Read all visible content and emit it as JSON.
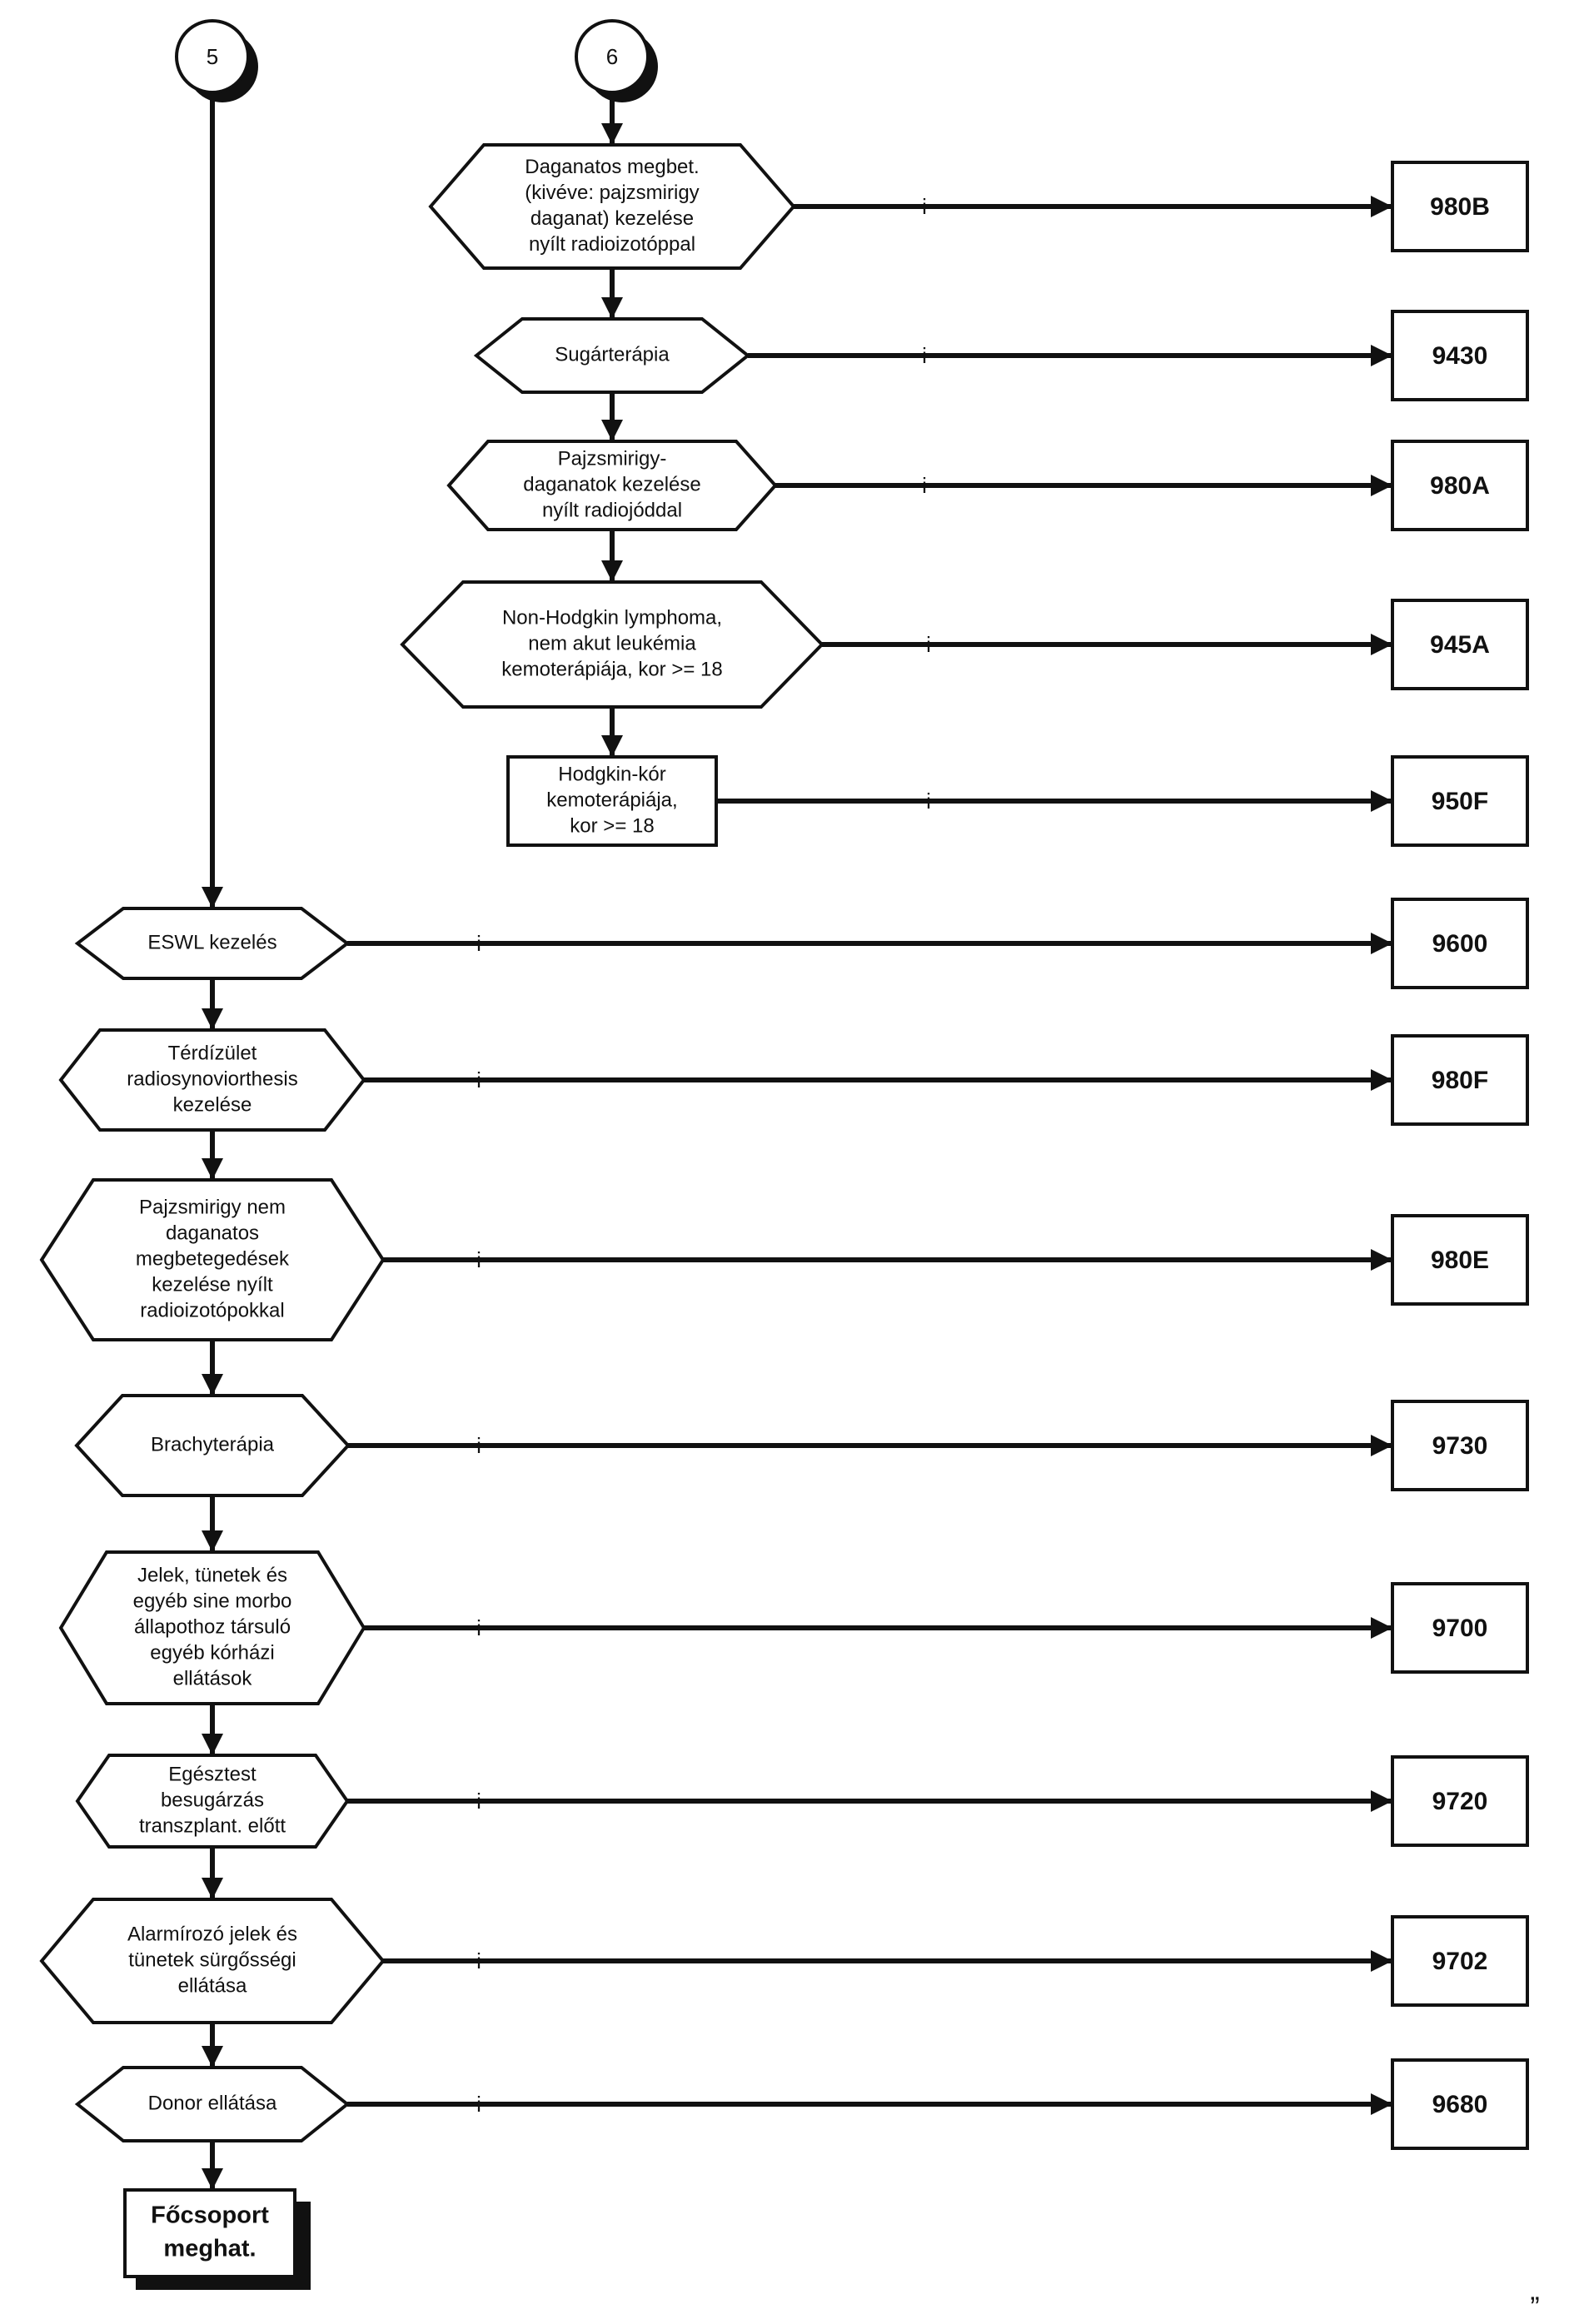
{
  "connectors": [
    "5",
    "6"
  ],
  "edge_label": "i",
  "branch_right": [
    {
      "label": [
        "Daganatos megbet.",
        "(kivéve: pajzsmirigy",
        "daganat) kezelése",
        "nyílt radioizotóppal"
      ],
      "code": "980B"
    },
    {
      "label": [
        "Sugárterápia"
      ],
      "code": "9430"
    },
    {
      "label": [
        "Pajzsmirigy-",
        "daganatok kezelése",
        "nyílt radiojóddal"
      ],
      "code": "980A"
    },
    {
      "label": [
        "Non-Hodgkin lymphoma,",
        "nem akut leukémia",
        "kemoterápiája, kor >= 18"
      ],
      "code": "945A"
    },
    {
      "label": [
        "Hodgkin-kór",
        "kemoterápiája,",
        "kor  >= 18"
      ],
      "code": "950F"
    }
  ],
  "branch_left": [
    {
      "label": [
        "ESWL kezelés"
      ],
      "code": "9600"
    },
    {
      "label": [
        "Térdízület",
        "radiosynoviorthesis",
        "kezelése"
      ],
      "code": "980F"
    },
    {
      "label": [
        "Pajzsmirigy nem",
        "daganatos",
        "megbetegedések",
        "kezelése nyílt",
        "radioizotópokkal"
      ],
      "code": "980E"
    },
    {
      "label": [
        "Brachyterápia"
      ],
      "code": "9730"
    },
    {
      "label": [
        "Jelek, tünetek és",
        "egyéb sine morbo",
        "állapothoz társuló",
        "egyéb kórházi",
        "ellátások"
      ],
      "code": "9700"
    },
    {
      "label": [
        "Egésztest",
        "besugárzás",
        "transzplant. előtt"
      ],
      "code": "9720"
    },
    {
      "label": [
        "Alarmírozó jelek és",
        "tünetek sürgősségi",
        "ellátása"
      ],
      "code": "9702"
    },
    {
      "label": [
        "Donor ellátása"
      ],
      "code": "9680"
    }
  ],
  "terminal": [
    "Főcsoport",
    "meghat."
  ],
  "corner_mark": "”"
}
